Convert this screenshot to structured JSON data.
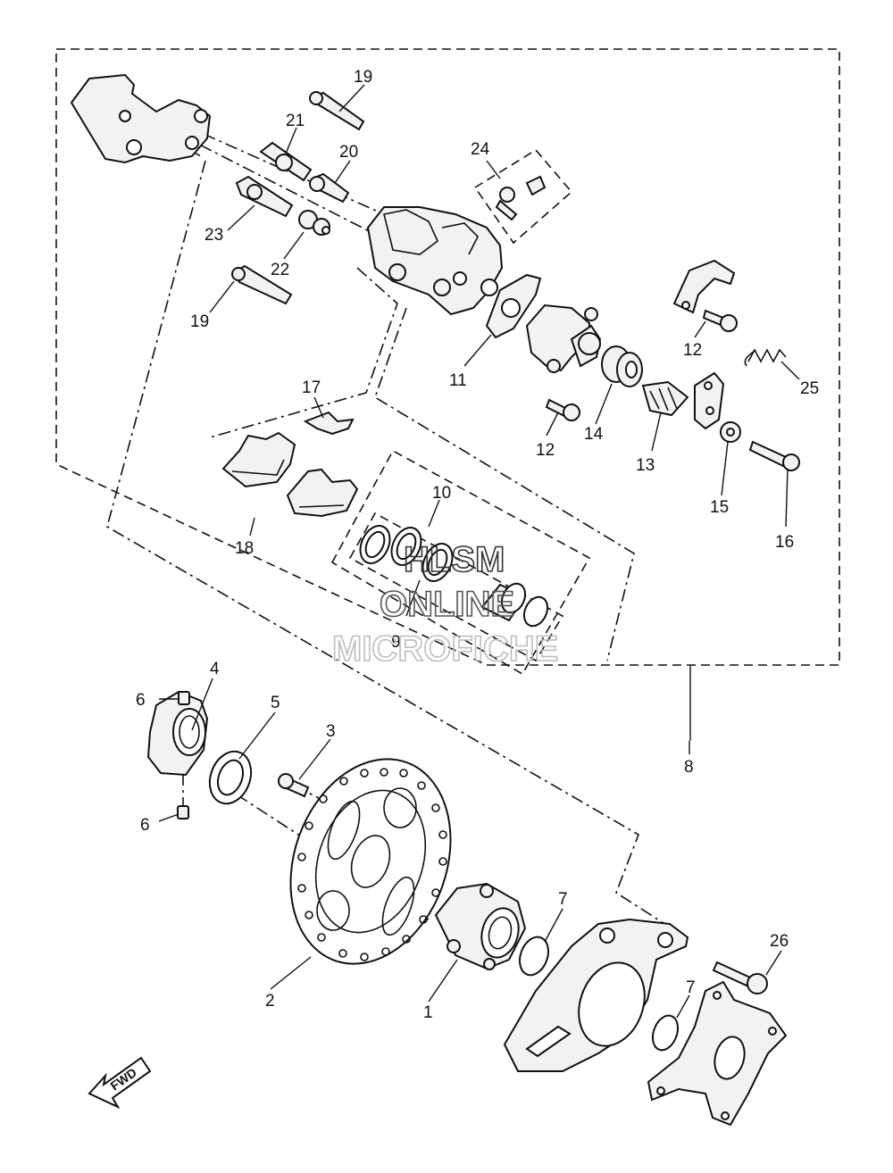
{
  "callouts": {
    "c1": "1",
    "c2": "2",
    "c3": "3",
    "c4": "4",
    "c5": "5",
    "c6a": "6",
    "c6b": "6",
    "c7a": "7",
    "c7b": "7",
    "c8": "8",
    "c9": "9",
    "c10": "10",
    "c11": "11",
    "c12a": "12",
    "c12b": "12",
    "c13": "13",
    "c14": "14",
    "c15": "15",
    "c16": "16",
    "c17": "17",
    "c18": "18",
    "c19a": "19",
    "c19b": "19",
    "c20": "20",
    "c21": "21",
    "c22": "22",
    "c23": "23",
    "c24": "24",
    "c25": "25",
    "c26": "26"
  },
  "direction_label": "FWD",
  "watermark": {
    "line1": "HLSM",
    "line2": "ONLINE",
    "line3": "MICROFICHE"
  },
  "colors": {
    "line": "#111111",
    "fill": "#f2f2f2",
    "watermark_light": "#bdbdbd"
  }
}
